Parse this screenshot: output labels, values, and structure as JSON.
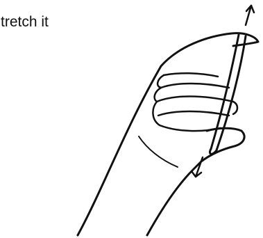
{
  "caption": {
    "text": "tretch it"
  },
  "illustration": {
    "subject": "hand-with-rubber-band",
    "stroke_color": "#111111",
    "background_color": "#ffffff",
    "icons": [
      "hand-outline",
      "rubber-band",
      "stretch-arrow-up",
      "stretch-arrow-down"
    ]
  }
}
